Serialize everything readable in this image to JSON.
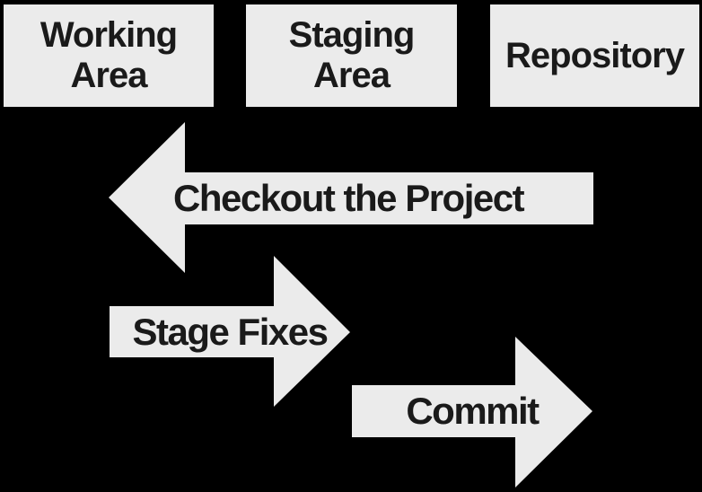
{
  "diagram": {
    "boxes": [
      {
        "name": "working-area",
        "line1": "Working",
        "line2": "Area"
      },
      {
        "name": "staging-area",
        "line1": "Staging",
        "line2": "Area"
      },
      {
        "name": "repository",
        "line1": "Repository"
      }
    ],
    "arrows": [
      {
        "name": "checkout",
        "label": "Checkout the Project",
        "direction": "left",
        "from": "Repository",
        "to": "Working Area"
      },
      {
        "name": "stage",
        "label": "Stage Fixes",
        "direction": "right",
        "from": "Working Area",
        "to": "Staging Area"
      },
      {
        "name": "commit",
        "label": "Commit",
        "direction": "right",
        "from": "Staging Area",
        "to": "Repository"
      }
    ],
    "colors": {
      "background": "#000000",
      "shape_fill": "#ebebeb",
      "text": "#1a1a1a"
    }
  }
}
